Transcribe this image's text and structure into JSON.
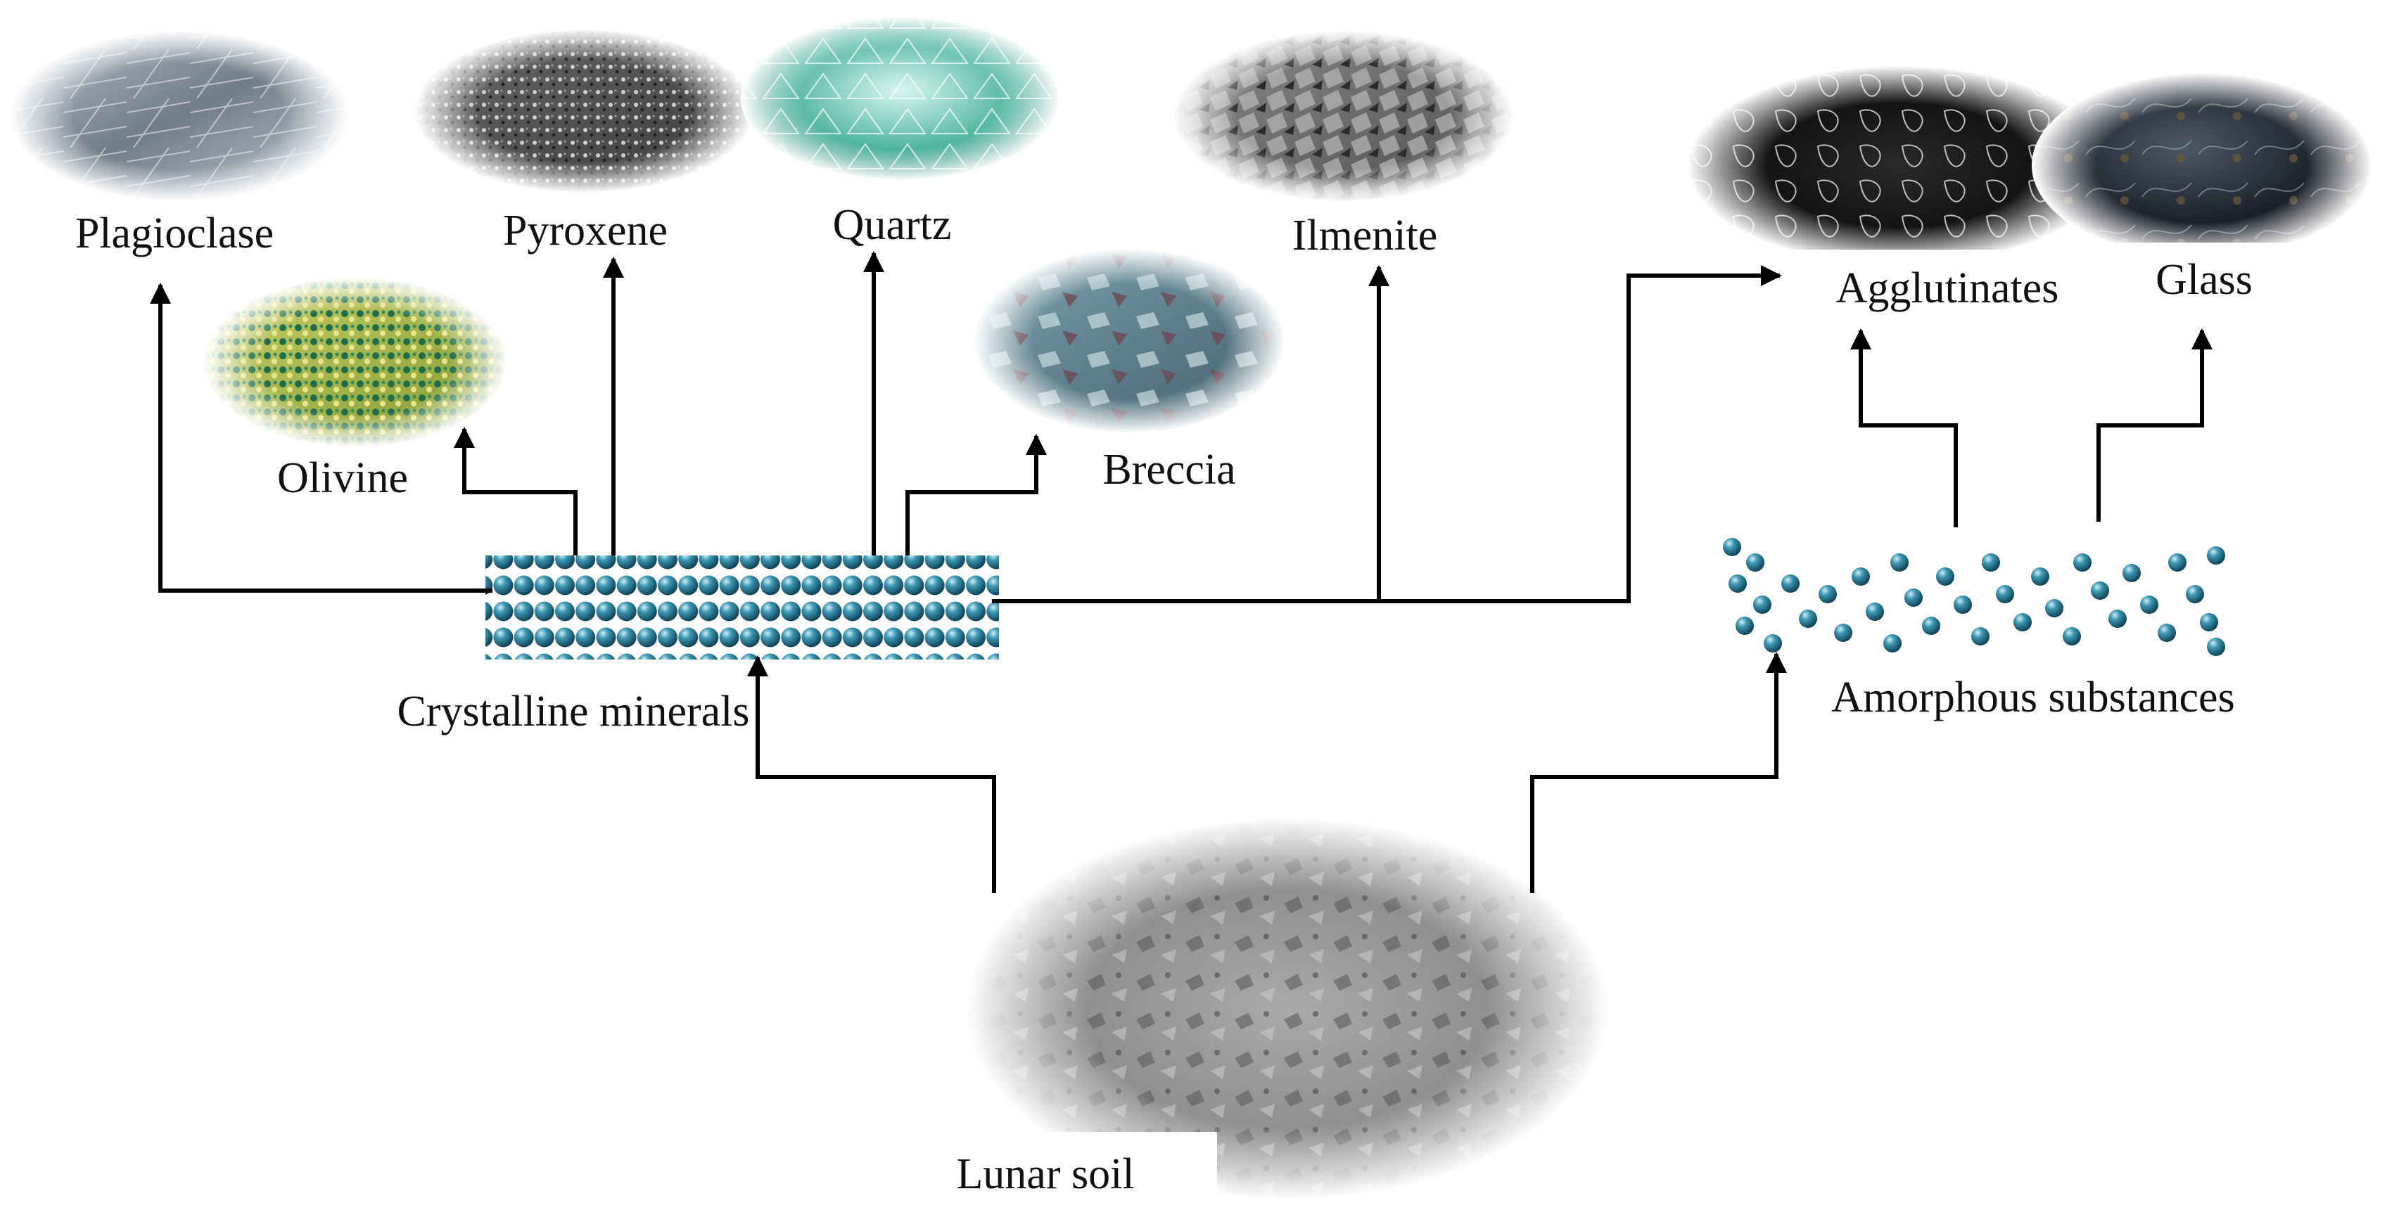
{
  "diagram": {
    "root": "Lunar soil",
    "categories": {
      "crystalline": "Crystalline minerals",
      "amorphous": "Amorphous substances"
    },
    "minerals": {
      "plagioclase": "Plagioclase",
      "pyroxene": "Pyroxene",
      "quartz": "Quartz",
      "ilmenite": "Ilmenite",
      "olivine": "Olivine",
      "breccia": "Breccia"
    },
    "amorphous_types": {
      "agglutinates": "Agglutinates",
      "glass": "Glass"
    }
  }
}
